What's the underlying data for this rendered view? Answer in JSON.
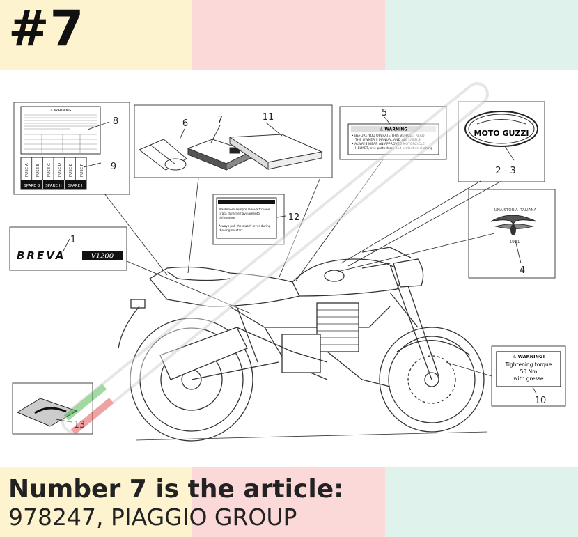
{
  "colors": {
    "band_left": "#fdf3cf",
    "band_mid": "#fbd9d9",
    "band_right": "#dff3ec",
    "watermark": "#c8c8c8"
  },
  "header": {
    "number": "#7"
  },
  "footer": {
    "line1": "Number 7 is the article:",
    "line2": "978247, PIAGGIO GROUP"
  },
  "diagram": {
    "watermark": "MOTORCYCLE WATERMARK",
    "callouts": [
      "1",
      "2 - 3",
      "4",
      "5",
      "6",
      "7",
      "8",
      "9",
      "10",
      "11",
      "12",
      "13"
    ],
    "label_1": {
      "text": "BREVA",
      "model": "V1200"
    },
    "label_23": {
      "text": "MOTO GUZZI"
    },
    "label_4": {
      "top": "UNA STORIA ITALIANA",
      "bottom": "1921"
    },
    "label_5": {
      "title": "⚠ WARNING",
      "lines": [
        "• BEFORE YOU OPERATE THIS VEHICLE, READ",
        "THE OWNER'S MANUAL AND ALL LABELS.",
        "• ALWAYS WEAR AN APPROVED MOTORCYCLE",
        "HELMET, eye protection, and protective clothing"
      ]
    },
    "label_8": {
      "title": "⚠ WARNING"
    },
    "label_9": {
      "fuses": [
        "FUSE A",
        "FUSE B",
        "FUSE C",
        "FUSE D",
        "FUSE E",
        "FUSE F"
      ],
      "spares": [
        "SPARE G",
        "SPARE H",
        "SPARE I"
      ]
    },
    "label_10": {
      "title": "⚠ WARNING!",
      "lines": [
        "Tightening torque",
        "50 Nm",
        "with gresse"
      ]
    },
    "label_12": {
      "lines": [
        "Mantenere sempre la leva frizione",
        "tirata durante l'avviamento",
        "del motore",
        "Always pull the clutch lever during",
        "the engine start"
      ]
    }
  }
}
